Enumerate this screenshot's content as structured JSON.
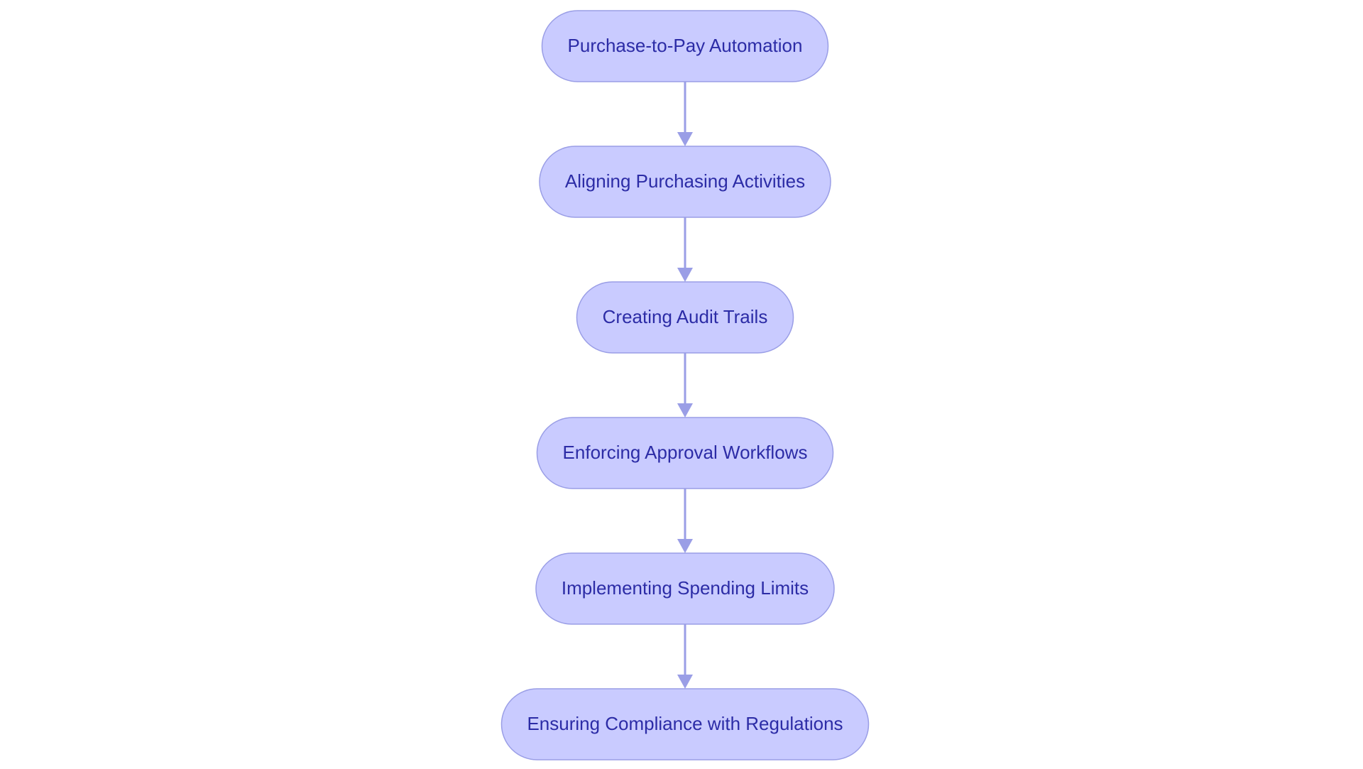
{
  "diagram": {
    "type": "flowchart",
    "direction": "top-to-bottom",
    "colors": {
      "node_fill": "#c9cbff",
      "node_border": "#9a9ee6",
      "text": "#2c2ca6",
      "arrow": "#9a9ee6",
      "background": "#ffffff"
    },
    "nodes": [
      {
        "id": "n1",
        "label": "Purchase-to-Pay Automation"
      },
      {
        "id": "n2",
        "label": "Aligning Purchasing Activities"
      },
      {
        "id": "n3",
        "label": "Creating Audit Trails"
      },
      {
        "id": "n4",
        "label": "Enforcing Approval Workflows"
      },
      {
        "id": "n5",
        "label": "Implementing Spending Limits"
      },
      {
        "id": "n6",
        "label": "Ensuring Compliance with Regulations"
      }
    ],
    "edges": [
      {
        "from": "n1",
        "to": "n2"
      },
      {
        "from": "n2",
        "to": "n3"
      },
      {
        "from": "n3",
        "to": "n4"
      },
      {
        "from": "n4",
        "to": "n5"
      },
      {
        "from": "n5",
        "to": "n6"
      }
    ]
  }
}
